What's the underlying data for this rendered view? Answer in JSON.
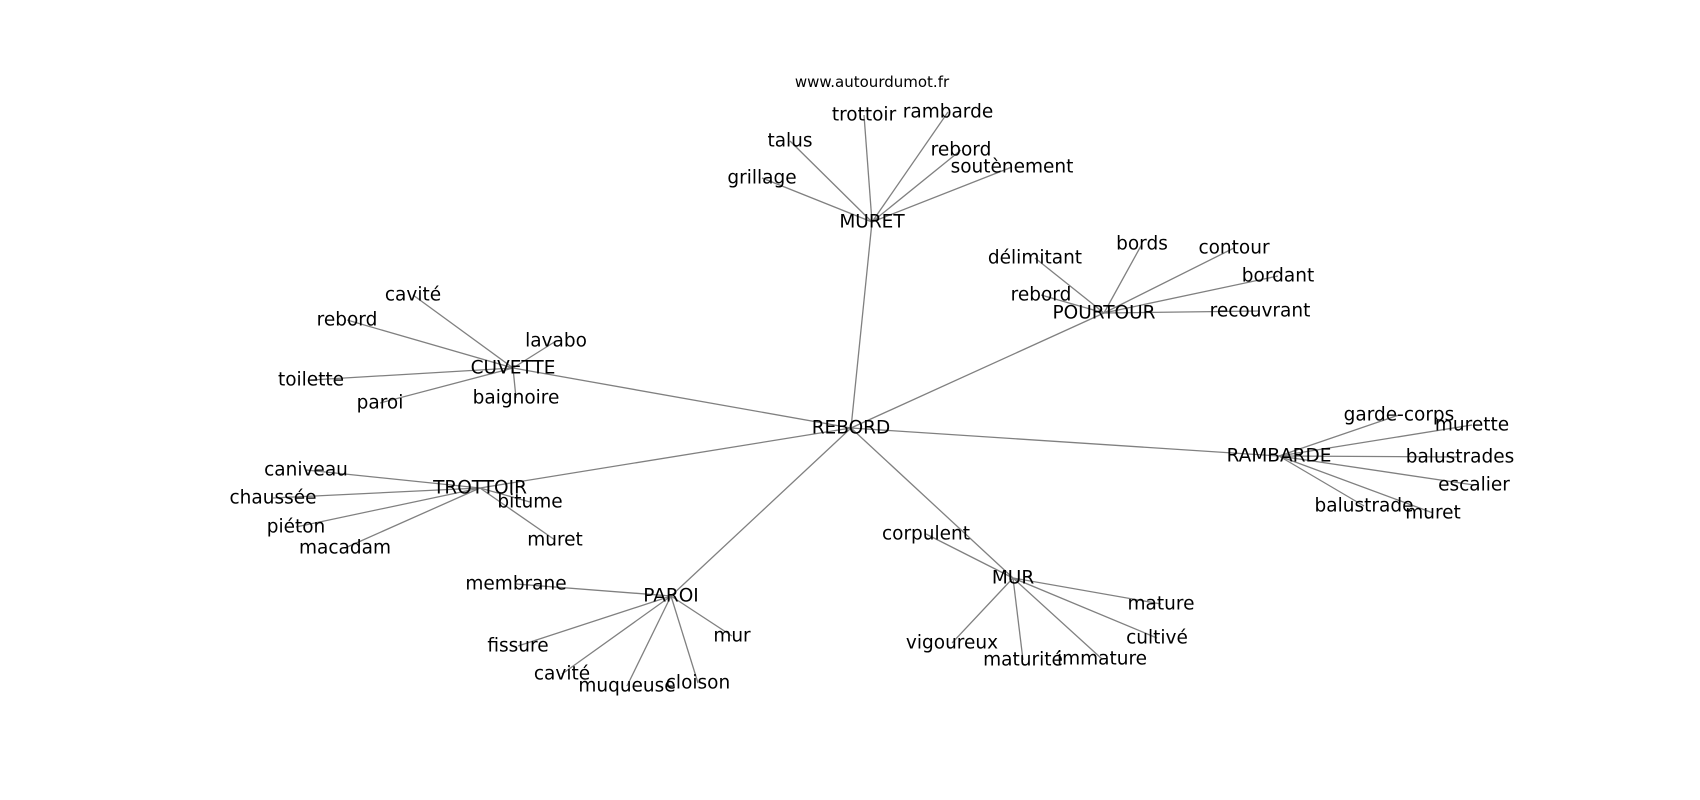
{
  "source": "www.autourdumot.fr",
  "center": "REBORD",
  "groups": [
    {
      "hub": "MURET",
      "words": [
        "grillage",
        "talus",
        "trottoir",
        "rambarde",
        "rebord",
        "soutènement"
      ]
    },
    {
      "hub": "POURTOUR",
      "words": [
        "délimitant",
        "bords",
        "contour",
        "bordant",
        "rebord",
        "recouvrant"
      ]
    },
    {
      "hub": "CUVETTE",
      "words": [
        "cavité",
        "rebord",
        "lavabo",
        "toilette",
        "paroi",
        "baignoire"
      ]
    },
    {
      "hub": "RAMBARDE",
      "words": [
        "garde-corps",
        "murette",
        "balustrades",
        "escalier",
        "balustrade",
        "muret"
      ]
    },
    {
      "hub": "TROTTOIR",
      "words": [
        "caniveau",
        "chaussée",
        "bitume",
        "piéton",
        "macadam",
        "muret"
      ]
    },
    {
      "hub": "MUR",
      "words": [
        "corpulent",
        "mature",
        "cultivé",
        "vigoureux",
        "maturité",
        "immature"
      ]
    },
    {
      "hub": "PAROI",
      "words": [
        "membrane",
        "mur",
        "fissure",
        "cavité",
        "muqueuse",
        "cloison"
      ]
    }
  ]
}
